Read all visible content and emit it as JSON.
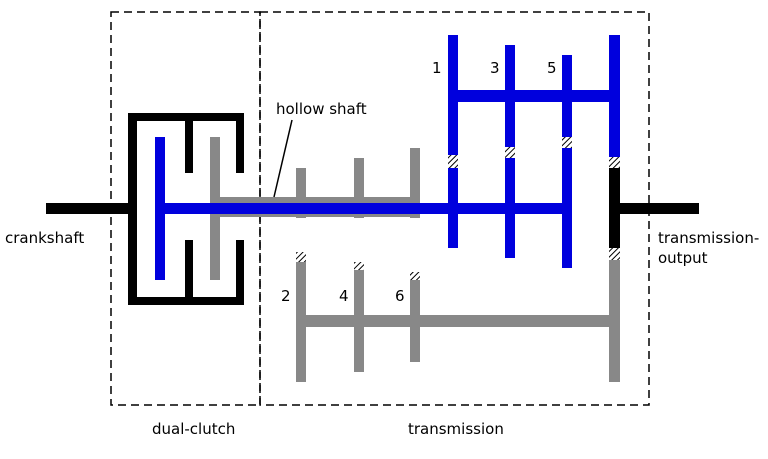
{
  "labels": {
    "crankshaft": "crankshaft",
    "hollow_shaft": "hollow shaft",
    "transmission_output_line1": "transmission-",
    "transmission_output_line2": "output",
    "dual_clutch": "dual-clutch",
    "transmission": "transmission"
  },
  "gears": {
    "odd": [
      "1",
      "3",
      "5"
    ],
    "even": [
      "2",
      "4",
      "6"
    ]
  },
  "colors": {
    "odd_shaft": "#0000dd",
    "even_shaft": "#888888",
    "housing": "#000000",
    "background": "#ffffff"
  }
}
